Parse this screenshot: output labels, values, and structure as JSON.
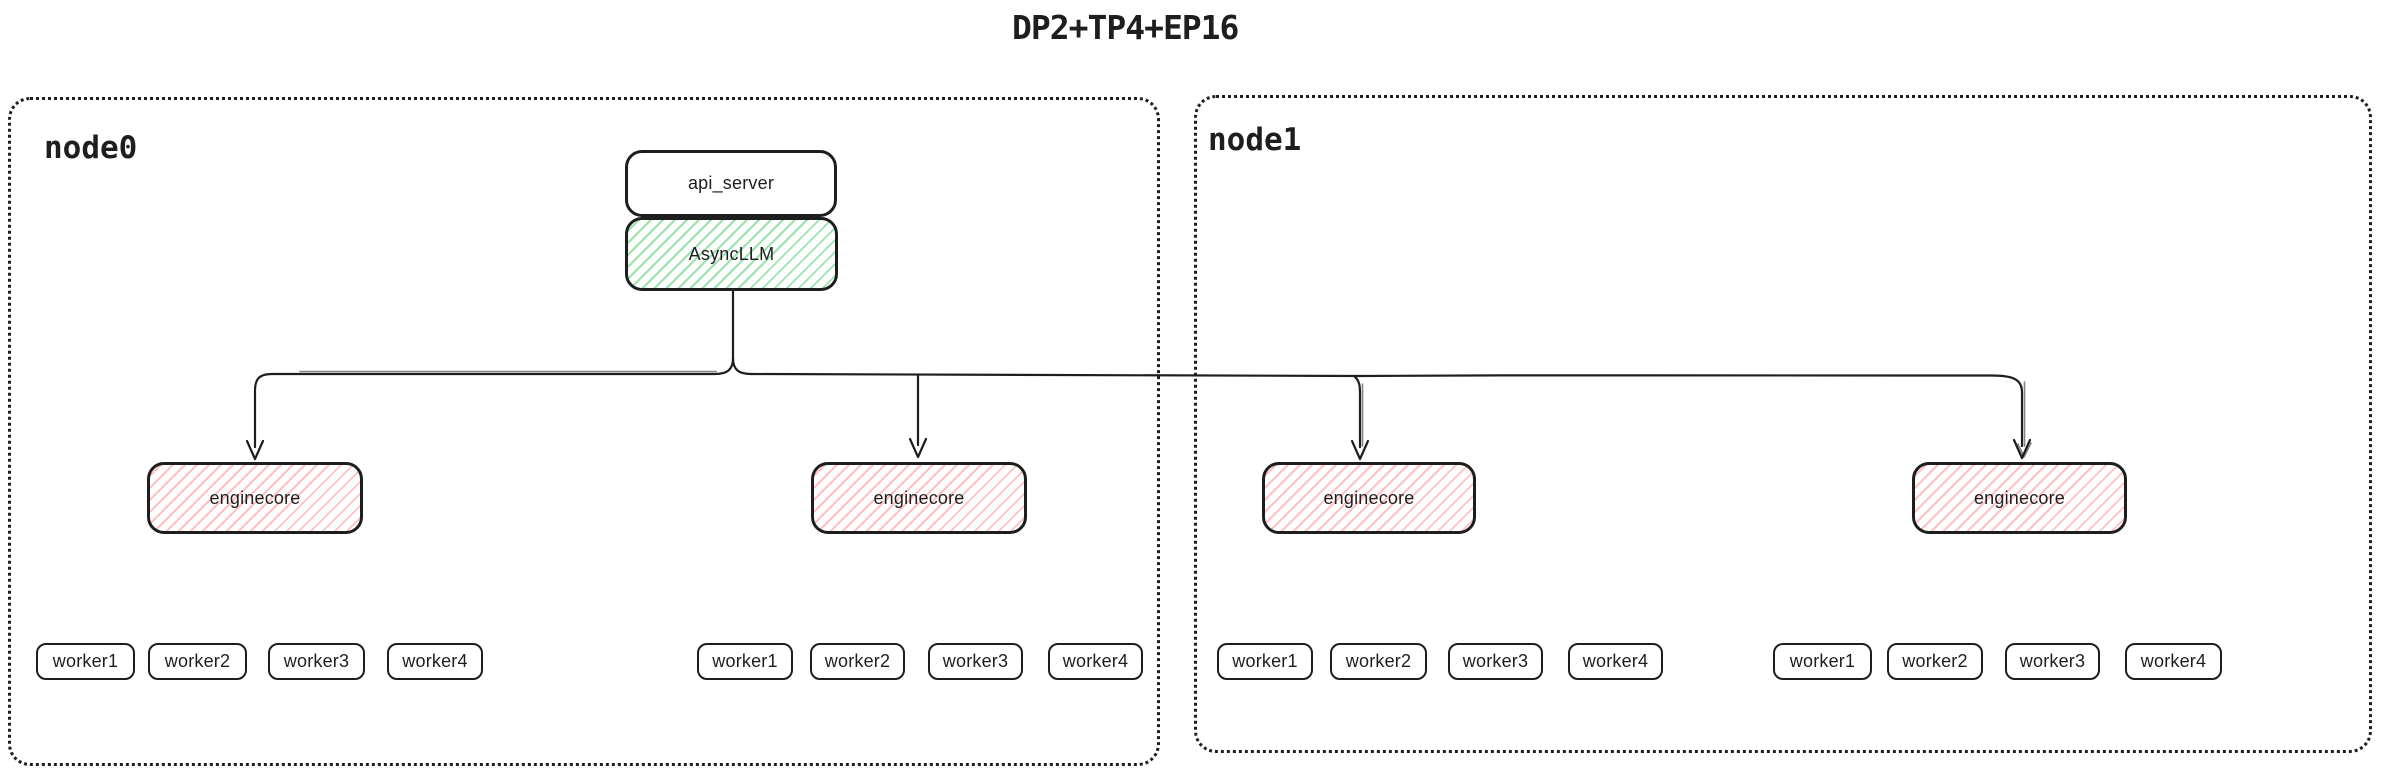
{
  "title": "DP2+TP4+EP16",
  "colors": {
    "stroke": "#1e1e1e",
    "green_hatch": "#9ce3ad",
    "red_hatch": "#ffc2c2",
    "canvas_bg": "#ffffff"
  },
  "nodes": [
    {
      "label": "node0",
      "api_server": "api_server",
      "async_llm": "AsyncLLM",
      "enginecores": [
        {
          "label": "enginecore",
          "workers": [
            "worker1",
            "worker2",
            "worker3",
            "worker4"
          ]
        },
        {
          "label": "enginecore",
          "workers": [
            "worker1",
            "worker2",
            "worker3",
            "worker4"
          ]
        }
      ]
    },
    {
      "label": "node1",
      "enginecores": [
        {
          "label": "enginecore",
          "workers": [
            "worker1",
            "worker2",
            "worker3",
            "worker4"
          ]
        },
        {
          "label": "enginecore",
          "workers": [
            "worker1",
            "worker2",
            "worker3",
            "worker4"
          ]
        }
      ]
    }
  ]
}
